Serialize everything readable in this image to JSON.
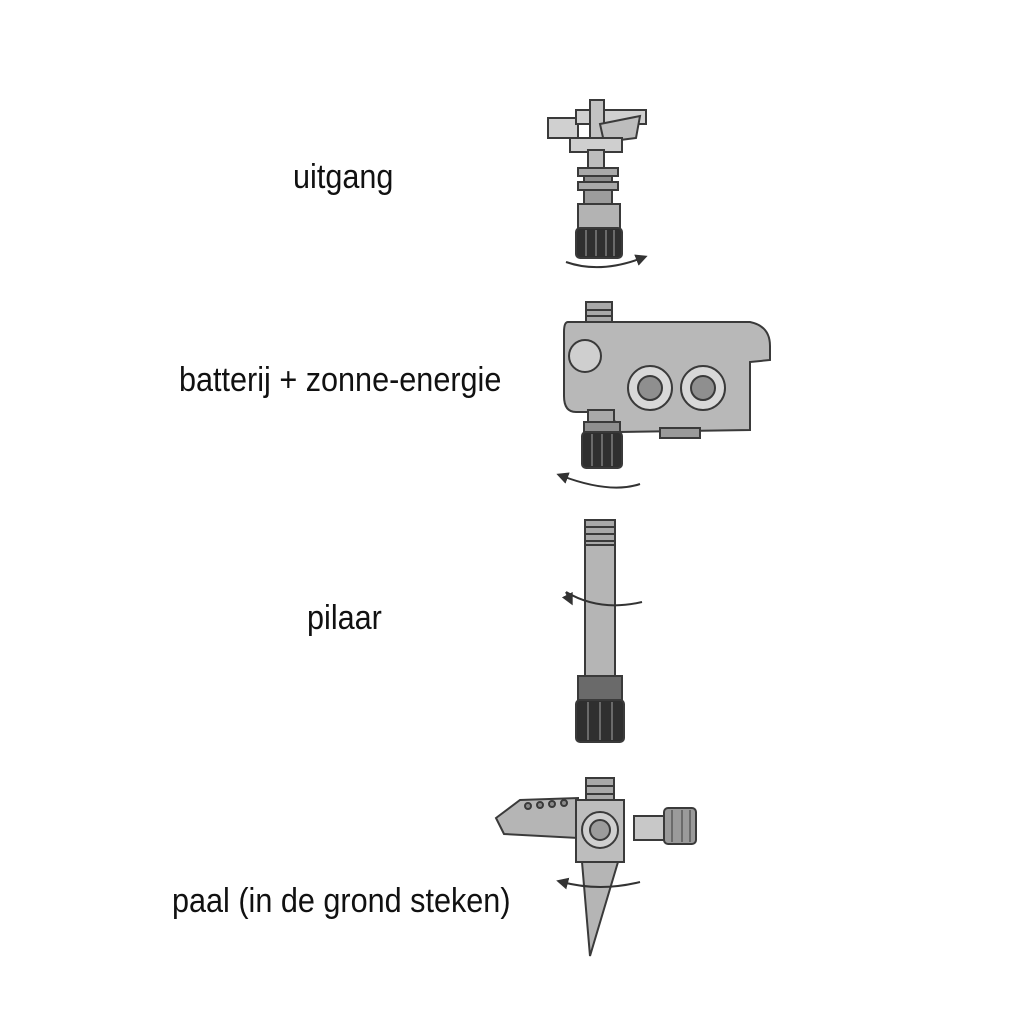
{
  "diagram": {
    "parts": [
      {
        "id": "outlet",
        "label": "uitgang"
      },
      {
        "id": "controller",
        "label": "batterij + zonne-energie"
      },
      {
        "id": "pillar",
        "label": "pilaar"
      },
      {
        "id": "stake",
        "label": "paal (in de grond steken)"
      }
    ]
  },
  "colors": {
    "background": "#ffffff",
    "body": "#a7a7a7",
    "body_light": "#c4c4c4",
    "nut_dark": "#2f2f2f",
    "outline": "#3a3a3a"
  }
}
